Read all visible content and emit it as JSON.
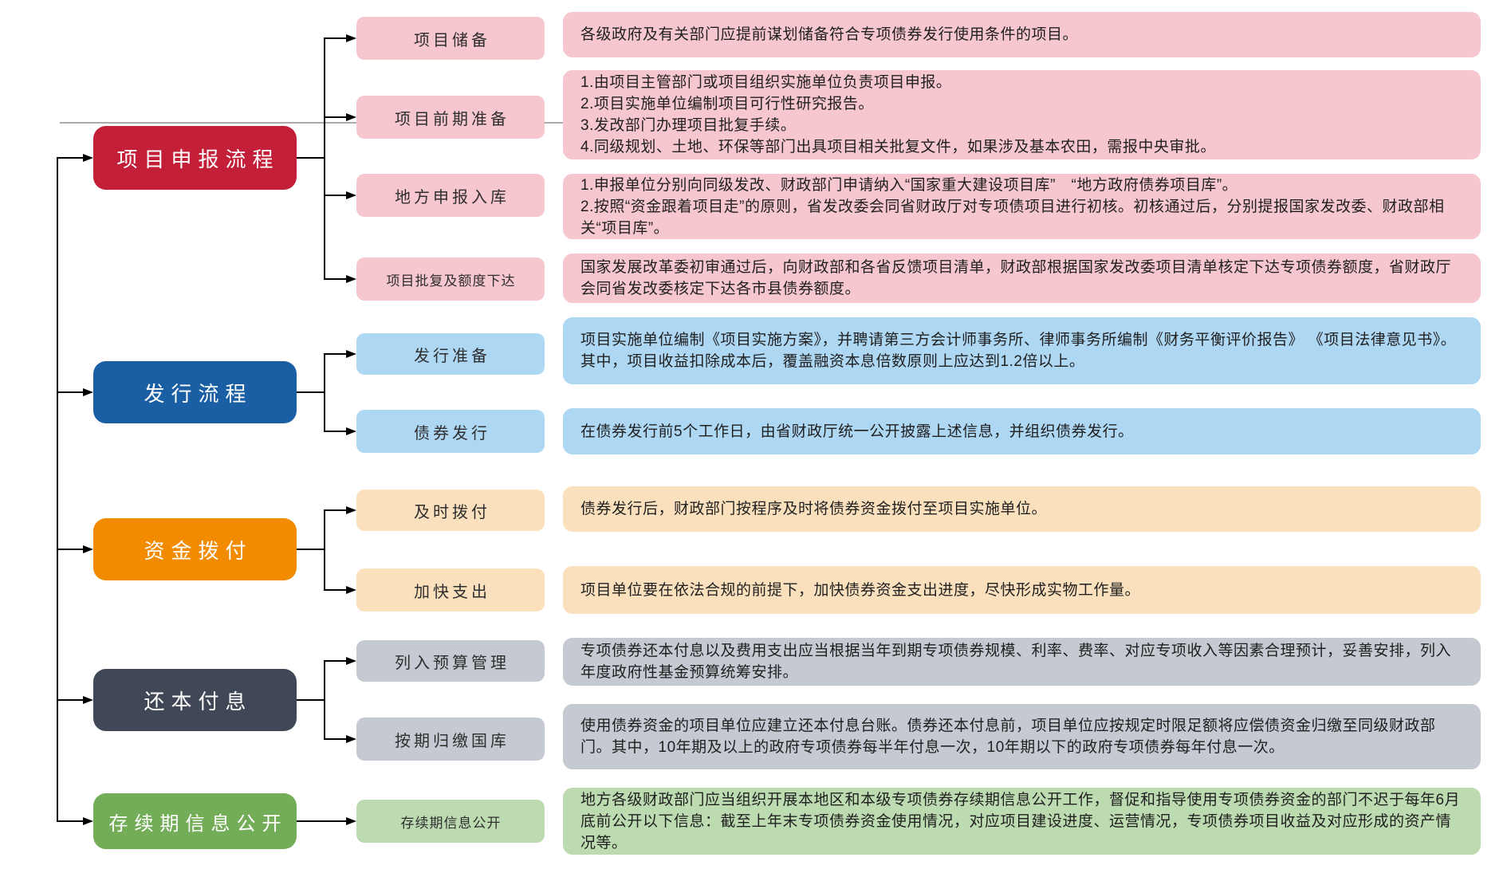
{
  "diagram": {
    "type": "flowchart",
    "connector_color": "#000000",
    "divider_line_color": "#8e8e8e",
    "background_color": "#ffffff"
  },
  "sections": [
    {
      "id": "project-application",
      "label": "项目申报流程",
      "color": "#C41F39",
      "item_color": "#F7C7D0",
      "items": [
        {
          "label": "项目储备",
          "desc": [
            "各级政府及有关部门应提前谋划储备符合专项债券发行使用条件的项目。"
          ]
        },
        {
          "label": "项目前期准备",
          "desc": [
            "1.由项目主管部门或项目组织实施单位负责项目申报。",
            "2.项目实施单位编制项目可行性研究报告。",
            "3.发改部门办理项目批复手续。",
            "4.同级规划、土地、环保等部门出具项目相关批复文件，如果涉及基本农田，需报中央审批。"
          ]
        },
        {
          "label": "地方申报入库",
          "desc": [
            "1.申报单位分别向同级发改、财政部门申请纳入“国家重大建设项目库”　“地方政府债券项目库”。",
            "2.按照“资金跟着项目走”的原则，省发改委会同省财政厅对专项债项目进行初核。初核通过后，分别提报国家发改委、财政部相关“项目库”。"
          ]
        },
        {
          "label": "项目批复及额度下达",
          "desc": [
            "国家发展改革委初审通过后，向财政部和各省反馈项目清单，财政部根据国家发改委项目清单核定下达专项债券额度，省财政厅会同省发改委核定下达各市县债券额度。"
          ]
        }
      ]
    },
    {
      "id": "issuance-process",
      "label": "发行流程",
      "color": "#1A5FA4",
      "item_color": "#AED7F3",
      "items": [
        {
          "label": "发行准备",
          "desc": [
            "项目实施单位编制《项目实施方案》，并聘请第三方会计师事务所、律师事务所编制《财务平衡评价报告》 《项目法律意见书》。其中，项目收益扣除成本后，覆盖融资本息倍数原则上应达到1.2倍以上。"
          ]
        },
        {
          "label": "债券发行",
          "desc": [
            "在债券发行前5个工作日，由省财政厅统一公开披露上述信息，并组织债券发行。"
          ]
        }
      ]
    },
    {
      "id": "fund-allocation",
      "label": "资金拨付",
      "color": "#F28B00",
      "item_color": "#FBE0BD",
      "items": [
        {
          "label": "及时拨付",
          "desc": [
            "债券发行后，财政部门按程序及时将债券资金拨付至项目实施单位。"
          ]
        },
        {
          "label": "加快支出",
          "desc": [
            "项目单位要在依法合规的前提下，加快债券资金支出进度，尽快形成实物工作量。"
          ]
        }
      ]
    },
    {
      "id": "principal-interest-repayment",
      "label": "还本付息",
      "color": "#404756",
      "item_color": "#C5C9D1",
      "items": [
        {
          "label": "列入预算管理",
          "desc": [
            "专项债券还本付息以及费用支出应当根据当年到期专项债券规模、利率、费率、对应专项收入等因素合理预计，妥善安排，列入年度政府性基金预算统筹安排。"
          ]
        },
        {
          "label": "按期归缴国库",
          "desc": [
            "使用债券资金的项目单位应建立还本付息台账。债券还本付息前，项目单位应按规定时限足额将应偿债资金归缴至同级财政部门。其中，10年期及以上的政府专项债券每半年付息一次，10年期以下的政府专项债券每年付息一次。"
          ]
        }
      ]
    },
    {
      "id": "duration-info-disclosure",
      "label": "存续期信息公开",
      "color": "#73AD58",
      "item_color": "#BDDBB1",
      "items": [
        {
          "label": "存续期信息公开",
          "desc": [
            "地方各级财政部门应当组织开展本地区和本级专项债券存续期信息公开工作，督促和指导使用专项债券资金的部门不迟于每年6月底前公开以下信息：截至上年末专项债券资金使用情况，对应项目建设进度、运营情况，专项债券项目收益及对应形成的资产情况等。"
          ]
        }
      ]
    }
  ]
}
